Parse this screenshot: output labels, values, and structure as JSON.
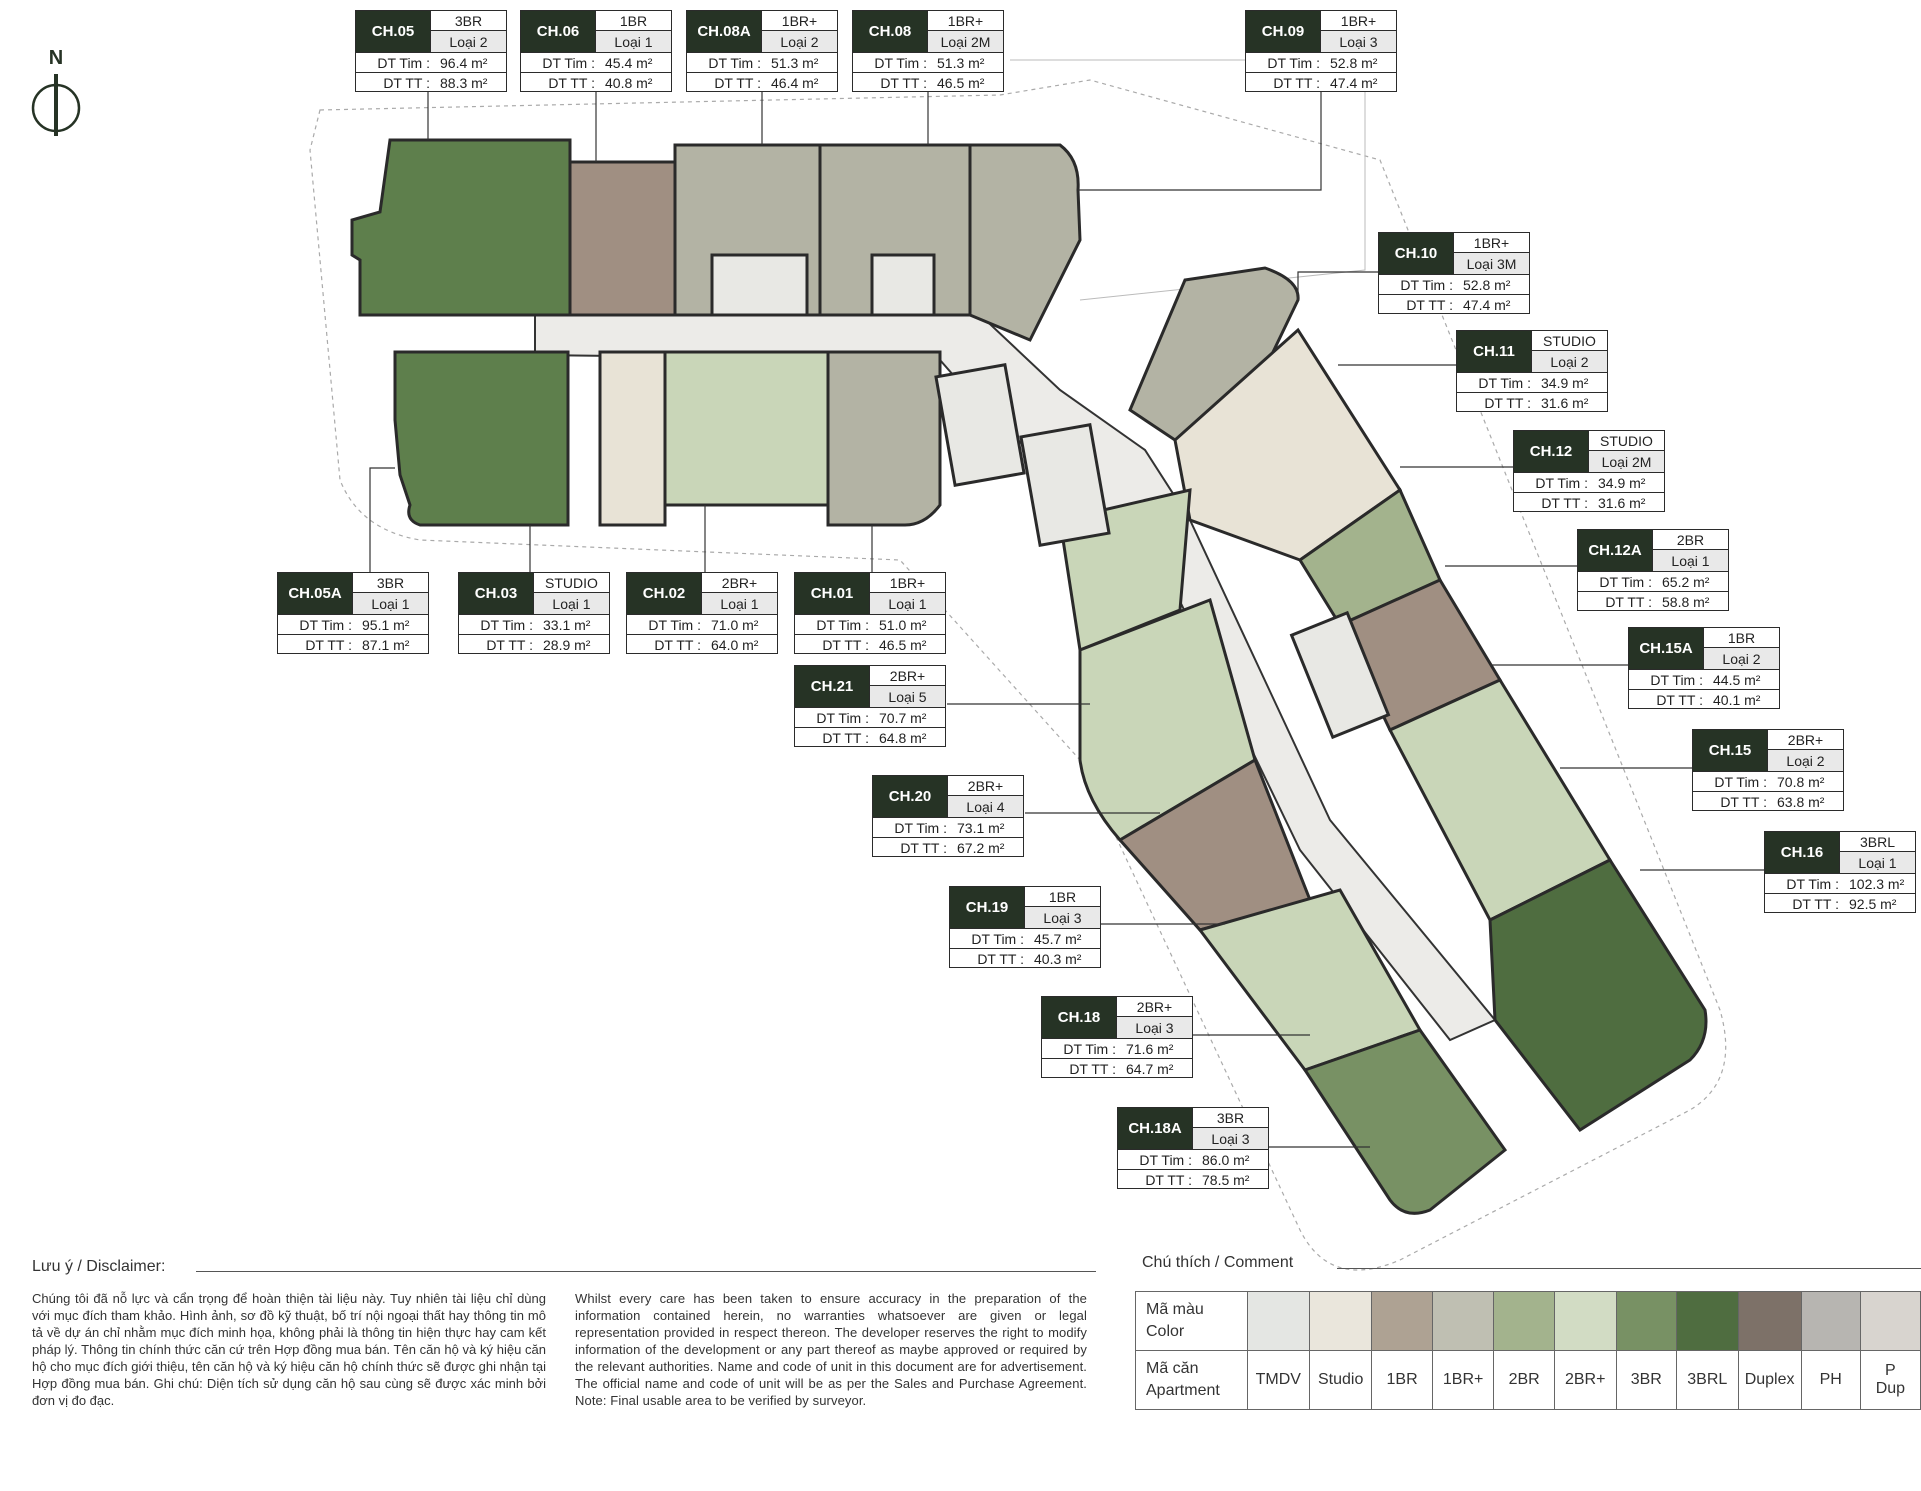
{
  "compass": {
    "label": "N"
  },
  "units": [
    {
      "code": "CH.05",
      "type": "3BR",
      "kind": "Loại 2",
      "dt_tim": "96.4 m²",
      "dt_tt": "88.3 m²"
    },
    {
      "code": "CH.06",
      "type": "1BR",
      "kind": "Loại 1",
      "dt_tim": "45.4 m²",
      "dt_tt": "40.8 m²"
    },
    {
      "code": "CH.08A",
      "type": "1BR+",
      "kind": "Loại 2",
      "dt_tim": "51.3 m²",
      "dt_tt": "46.4 m²"
    },
    {
      "code": "CH.08",
      "type": "1BR+",
      "kind": "Loại 2M",
      "dt_tim": "51.3 m²",
      "dt_tt": "46.5 m²"
    },
    {
      "code": "CH.09",
      "type": "1BR+",
      "kind": "Loại 3",
      "dt_tim": "52.8 m²",
      "dt_tt": "47.4 m²"
    },
    {
      "code": "CH.10",
      "type": "1BR+",
      "kind": "Loại 3M",
      "dt_tim": "52.8 m²",
      "dt_tt": "47.4 m²"
    },
    {
      "code": "CH.11",
      "type": "STUDIO",
      "kind": "Loại 2",
      "dt_tim": "34.9 m²",
      "dt_tt": "31.6 m²"
    },
    {
      "code": "CH.12",
      "type": "STUDIO",
      "kind": "Loại 2M",
      "dt_tim": "34.9 m²",
      "dt_tt": "31.6 m²"
    },
    {
      "code": "CH.12A",
      "type": "2BR",
      "kind": "Loại 1",
      "dt_tim": "65.2 m²",
      "dt_tt": "58.8 m²"
    },
    {
      "code": "CH.15A",
      "type": "1BR",
      "kind": "Loại 2",
      "dt_tim": "44.5 m²",
      "dt_tt": "40.1 m²"
    },
    {
      "code": "CH.15",
      "type": "2BR+",
      "kind": "Loại 2",
      "dt_tim": "70.8 m²",
      "dt_tt": "63.8 m²"
    },
    {
      "code": "CH.16",
      "type": "3BRL",
      "kind": "Loại 1",
      "dt_tim": "102.3 m²",
      "dt_tt": "92.5 m²"
    },
    {
      "code": "CH.05A",
      "type": "3BR",
      "kind": "Loại 1",
      "dt_tim": "95.1 m²",
      "dt_tt": "87.1 m²"
    },
    {
      "code": "CH.03",
      "type": "STUDIO",
      "kind": "Loại 1",
      "dt_tim": "33.1 m²",
      "dt_tt": "28.9 m²"
    },
    {
      "code": "CH.02",
      "type": "2BR+",
      "kind": "Loại 1",
      "dt_tim": "71.0 m²",
      "dt_tt": "64.0 m²"
    },
    {
      "code": "CH.01",
      "type": "1BR+",
      "kind": "Loại 1",
      "dt_tim": "51.0 m²",
      "dt_tt": "46.5 m²"
    },
    {
      "code": "CH.21",
      "type": "2BR+",
      "kind": "Loại 5",
      "dt_tim": "70.7 m²",
      "dt_tt": "64.8 m²"
    },
    {
      "code": "CH.20",
      "type": "2BR+",
      "kind": "Loại 4",
      "dt_tim": "73.1 m²",
      "dt_tt": "67.2 m²"
    },
    {
      "code": "CH.19",
      "type": "1BR",
      "kind": "Loại 3",
      "dt_tim": "45.7 m²",
      "dt_tt": "40.3 m²"
    },
    {
      "code": "CH.18",
      "type": "2BR+",
      "kind": "Loại 3",
      "dt_tim": "71.6 m²",
      "dt_tt": "64.7 m²"
    },
    {
      "code": "CH.18A",
      "type": "3BR",
      "kind": "Loại 3",
      "dt_tim": "86.0 m²",
      "dt_tt": "78.5 m²"
    }
  ],
  "labels": {
    "dt_tim": "DT Tim :",
    "dt_tt": "DT TT :"
  },
  "disclaimer": {
    "title": "Lưu ý / Disclaimer:",
    "vn": "Chúng tôi đã nỗ lực và cẩn trọng để hoàn thiện tài liệu này. Tuy nhiên tài liệu chỉ dùng với mục đích tham khảo. Hình ảnh, sơ đồ kỹ thuật, bố trí nội ngoại thất hay thông tin mô tả về dự án chỉ nhằm mục đích minh họa, không phải là thông tin hiện thực hay cam kết pháp lý. Thông tin chính thức căn cứ trên Hợp đồng mua bán. Tên căn hộ và ký hiệu căn hộ cho mục đích giới thiệu, tên căn hộ và ký hiệu căn hộ chính thức sẽ được ghi nhận tại Hợp đồng mua bán. Ghi chú: Diện tích sử dụng căn hộ sau cùng sẽ được xác minh bởi đơn vị đo đạc.",
    "en": "Whilst every care has been taken to ensure accuracy in the preparation of the information contained herein, no warranties whatsoever are given or legal representation provided in respect thereon. The developer reserves the right to modify information of the development or any part thereof as maybe approved or required by the relevant authorities. Name and code of unit in this document are for advertisement. The official name and code of unit will be as per the Sales and Purchase Agreement. Note: Final usable area to be verified by surveyor."
  },
  "legend": {
    "title": "Chú thích / Comment",
    "color_row_label_vn": "Mã màu",
    "color_row_label_en": "Color",
    "apt_row_label_vn": "Mã căn",
    "apt_row_label_en": "Apartment",
    "items": [
      {
        "name": "TMDV",
        "color": "#e4e6e3"
      },
      {
        "name": "Studio",
        "color": "#eae6dc"
      },
      {
        "name": "1BR",
        "color": "#aea293"
      },
      {
        "name": "1BR+",
        "color": "#bfbfb2"
      },
      {
        "name": "2BR",
        "color": "#a3b38d"
      },
      {
        "name": "2BR+",
        "color": "#d2dcc4"
      },
      {
        "name": "3BR",
        "color": "#789164"
      },
      {
        "name": "3BRL",
        "color": "#4f6d40"
      },
      {
        "name": "Duplex",
        "color": "#7d7168"
      },
      {
        "name": "PH",
        "color": "#b7b5b1"
      },
      {
        "name": "P",
        "name2": "Dup",
        "color": "#d8d4cf"
      }
    ]
  }
}
